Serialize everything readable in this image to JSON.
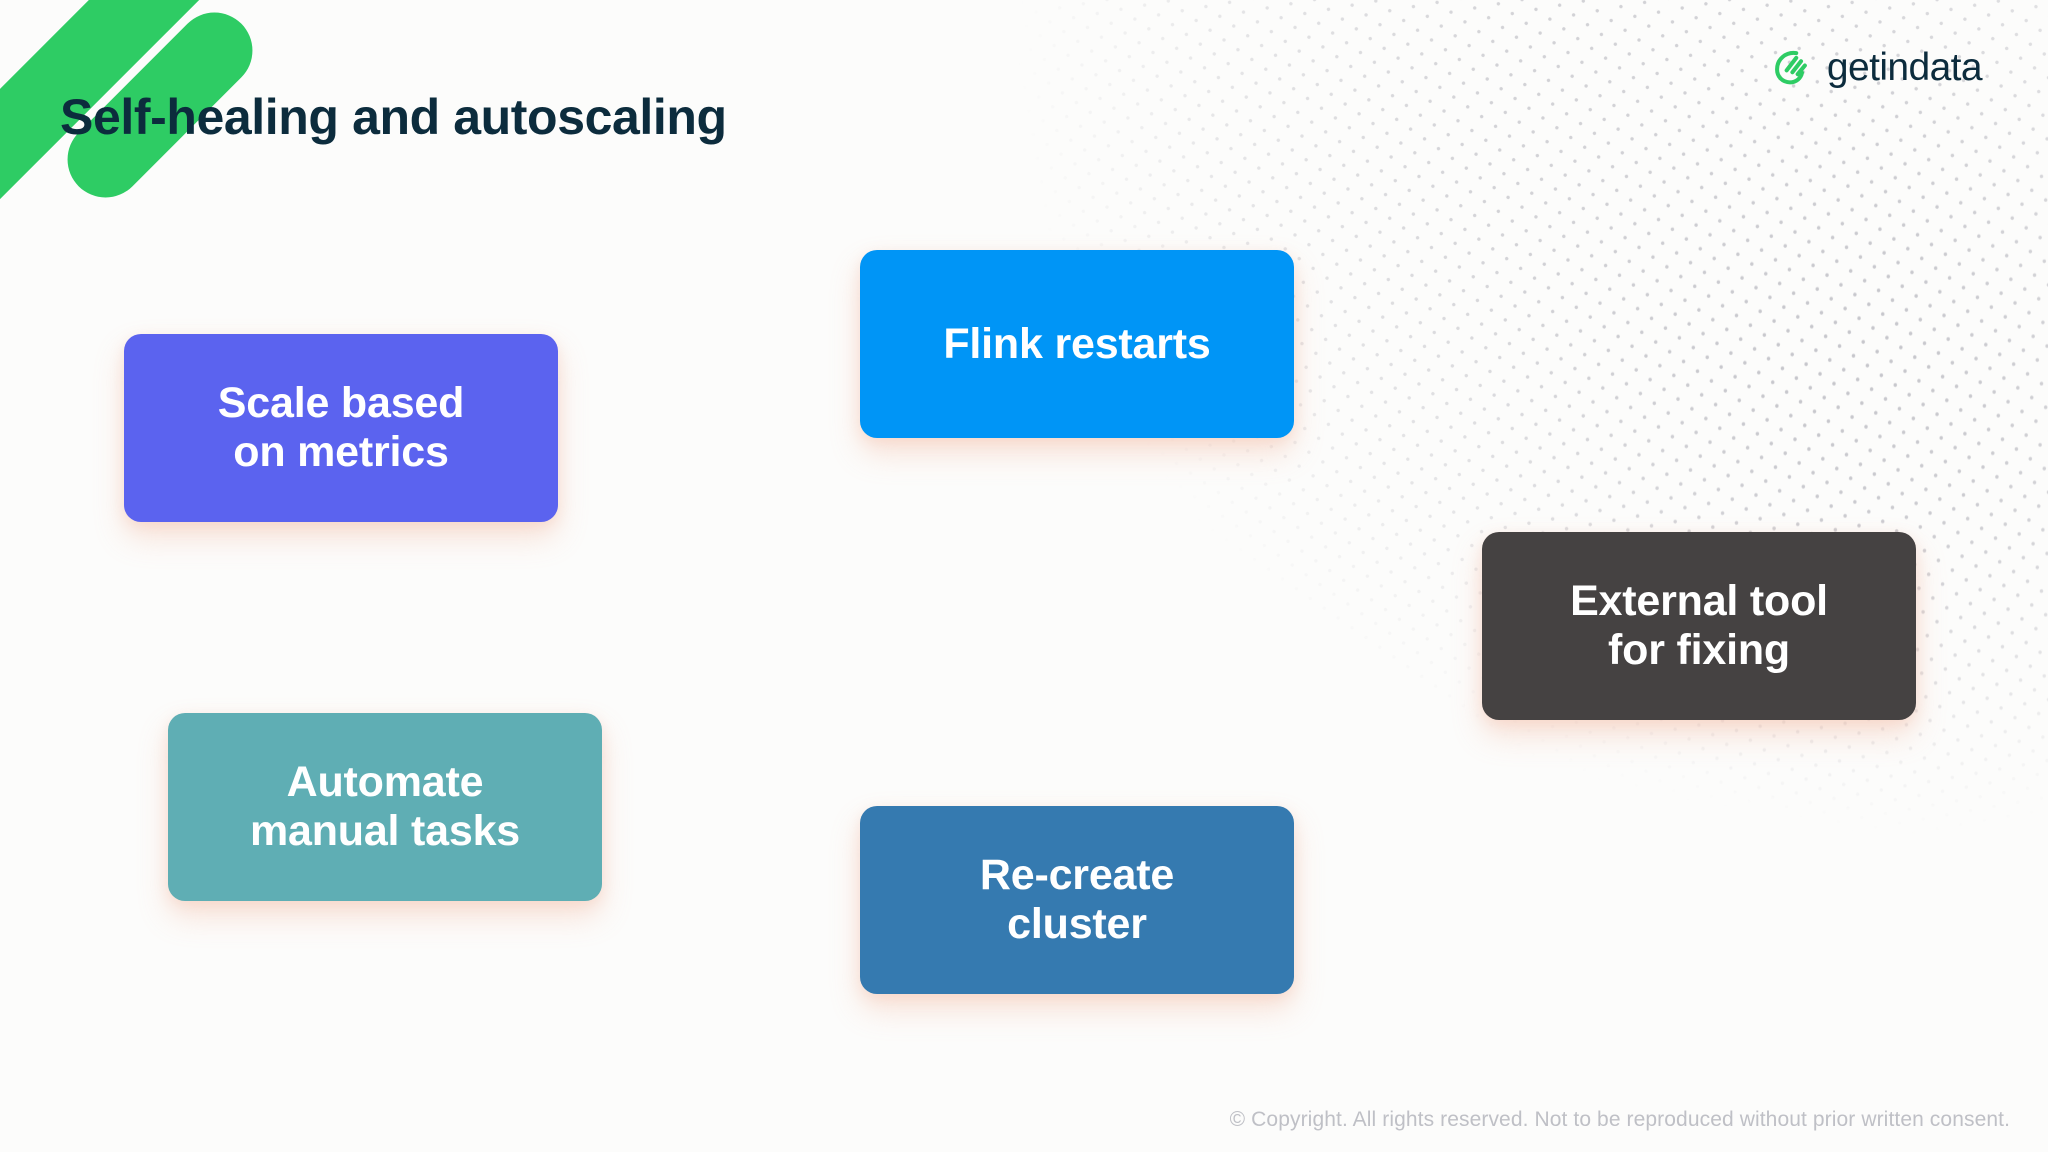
{
  "slide": {
    "title": "Self-healing and autoscaling",
    "background_color": "#FCFCFB",
    "title_color": "#0C2C3D"
  },
  "brand": {
    "name": "getindata",
    "logo_icon": "getindata-swoosh-icon",
    "accent_green": "#2ECC64",
    "wordmark_color": "#0C2C3D"
  },
  "decor": {
    "stripe_color": "#2ECC64",
    "dot_color": "#B9B9C0"
  },
  "boxes": [
    {
      "id": "scale",
      "line1": "Scale based",
      "line2": "on metrics",
      "color": "#5B63EF"
    },
    {
      "id": "flink",
      "line1": "Flink restarts",
      "line2": "",
      "color": "#0095F6"
    },
    {
      "id": "external",
      "line1": "External tool",
      "line2": "for fixing",
      "color": "#454242"
    },
    {
      "id": "automate",
      "line1": "Automate",
      "line2": "manual tasks",
      "color": "#5FAEB4"
    },
    {
      "id": "recreate",
      "line1": "Re-create",
      "line2": "cluster",
      "color": "#357AB0"
    }
  ],
  "footer": {
    "copyright": "© Copyright. All rights reserved. Not to be reproduced without prior written consent.",
    "color": "#BFC0C6"
  }
}
